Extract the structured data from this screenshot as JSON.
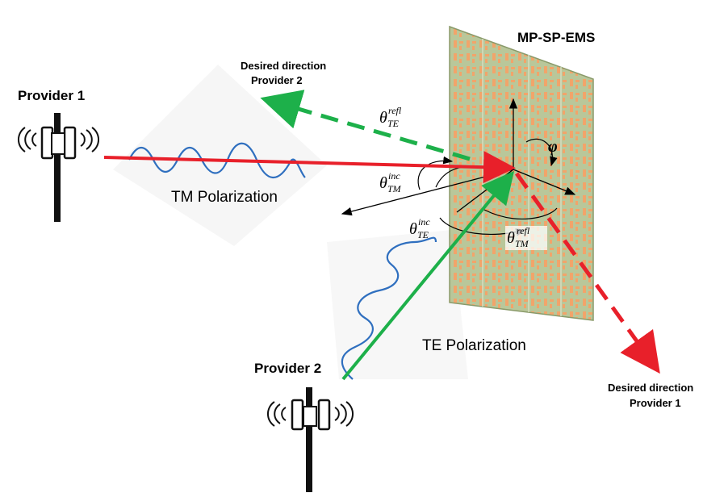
{
  "title": "MP-SP-EMS",
  "providers": {
    "p1": "Provider 1",
    "p2": "Provider 2"
  },
  "desired": {
    "p2_line1": "Desired direction",
    "p2_line2": "Provider 2",
    "p1_line1": "Desired direction",
    "p1_line2": "Provider 1"
  },
  "polarization": {
    "tm": "TM Polarization",
    "te": "TE Polarization"
  },
  "angles": {
    "theta": "θ",
    "phi": "φ",
    "te_refl_sup": "refl",
    "te_refl_sub": "TE",
    "tm_inc_sup": "inc",
    "tm_inc_sub": "TM",
    "te_inc_sup": "inc",
    "te_inc_sub": "TE",
    "tm_refl_sup": "refl",
    "tm_refl_sub": "TM"
  },
  "colors": {
    "red_beam": "#e8202a",
    "green_beam": "#1db04a",
    "wave": "#2f6fbf",
    "panel_bg": "#b9c79a",
    "panel_cell": "#f2a46a",
    "tower": "#111111"
  }
}
